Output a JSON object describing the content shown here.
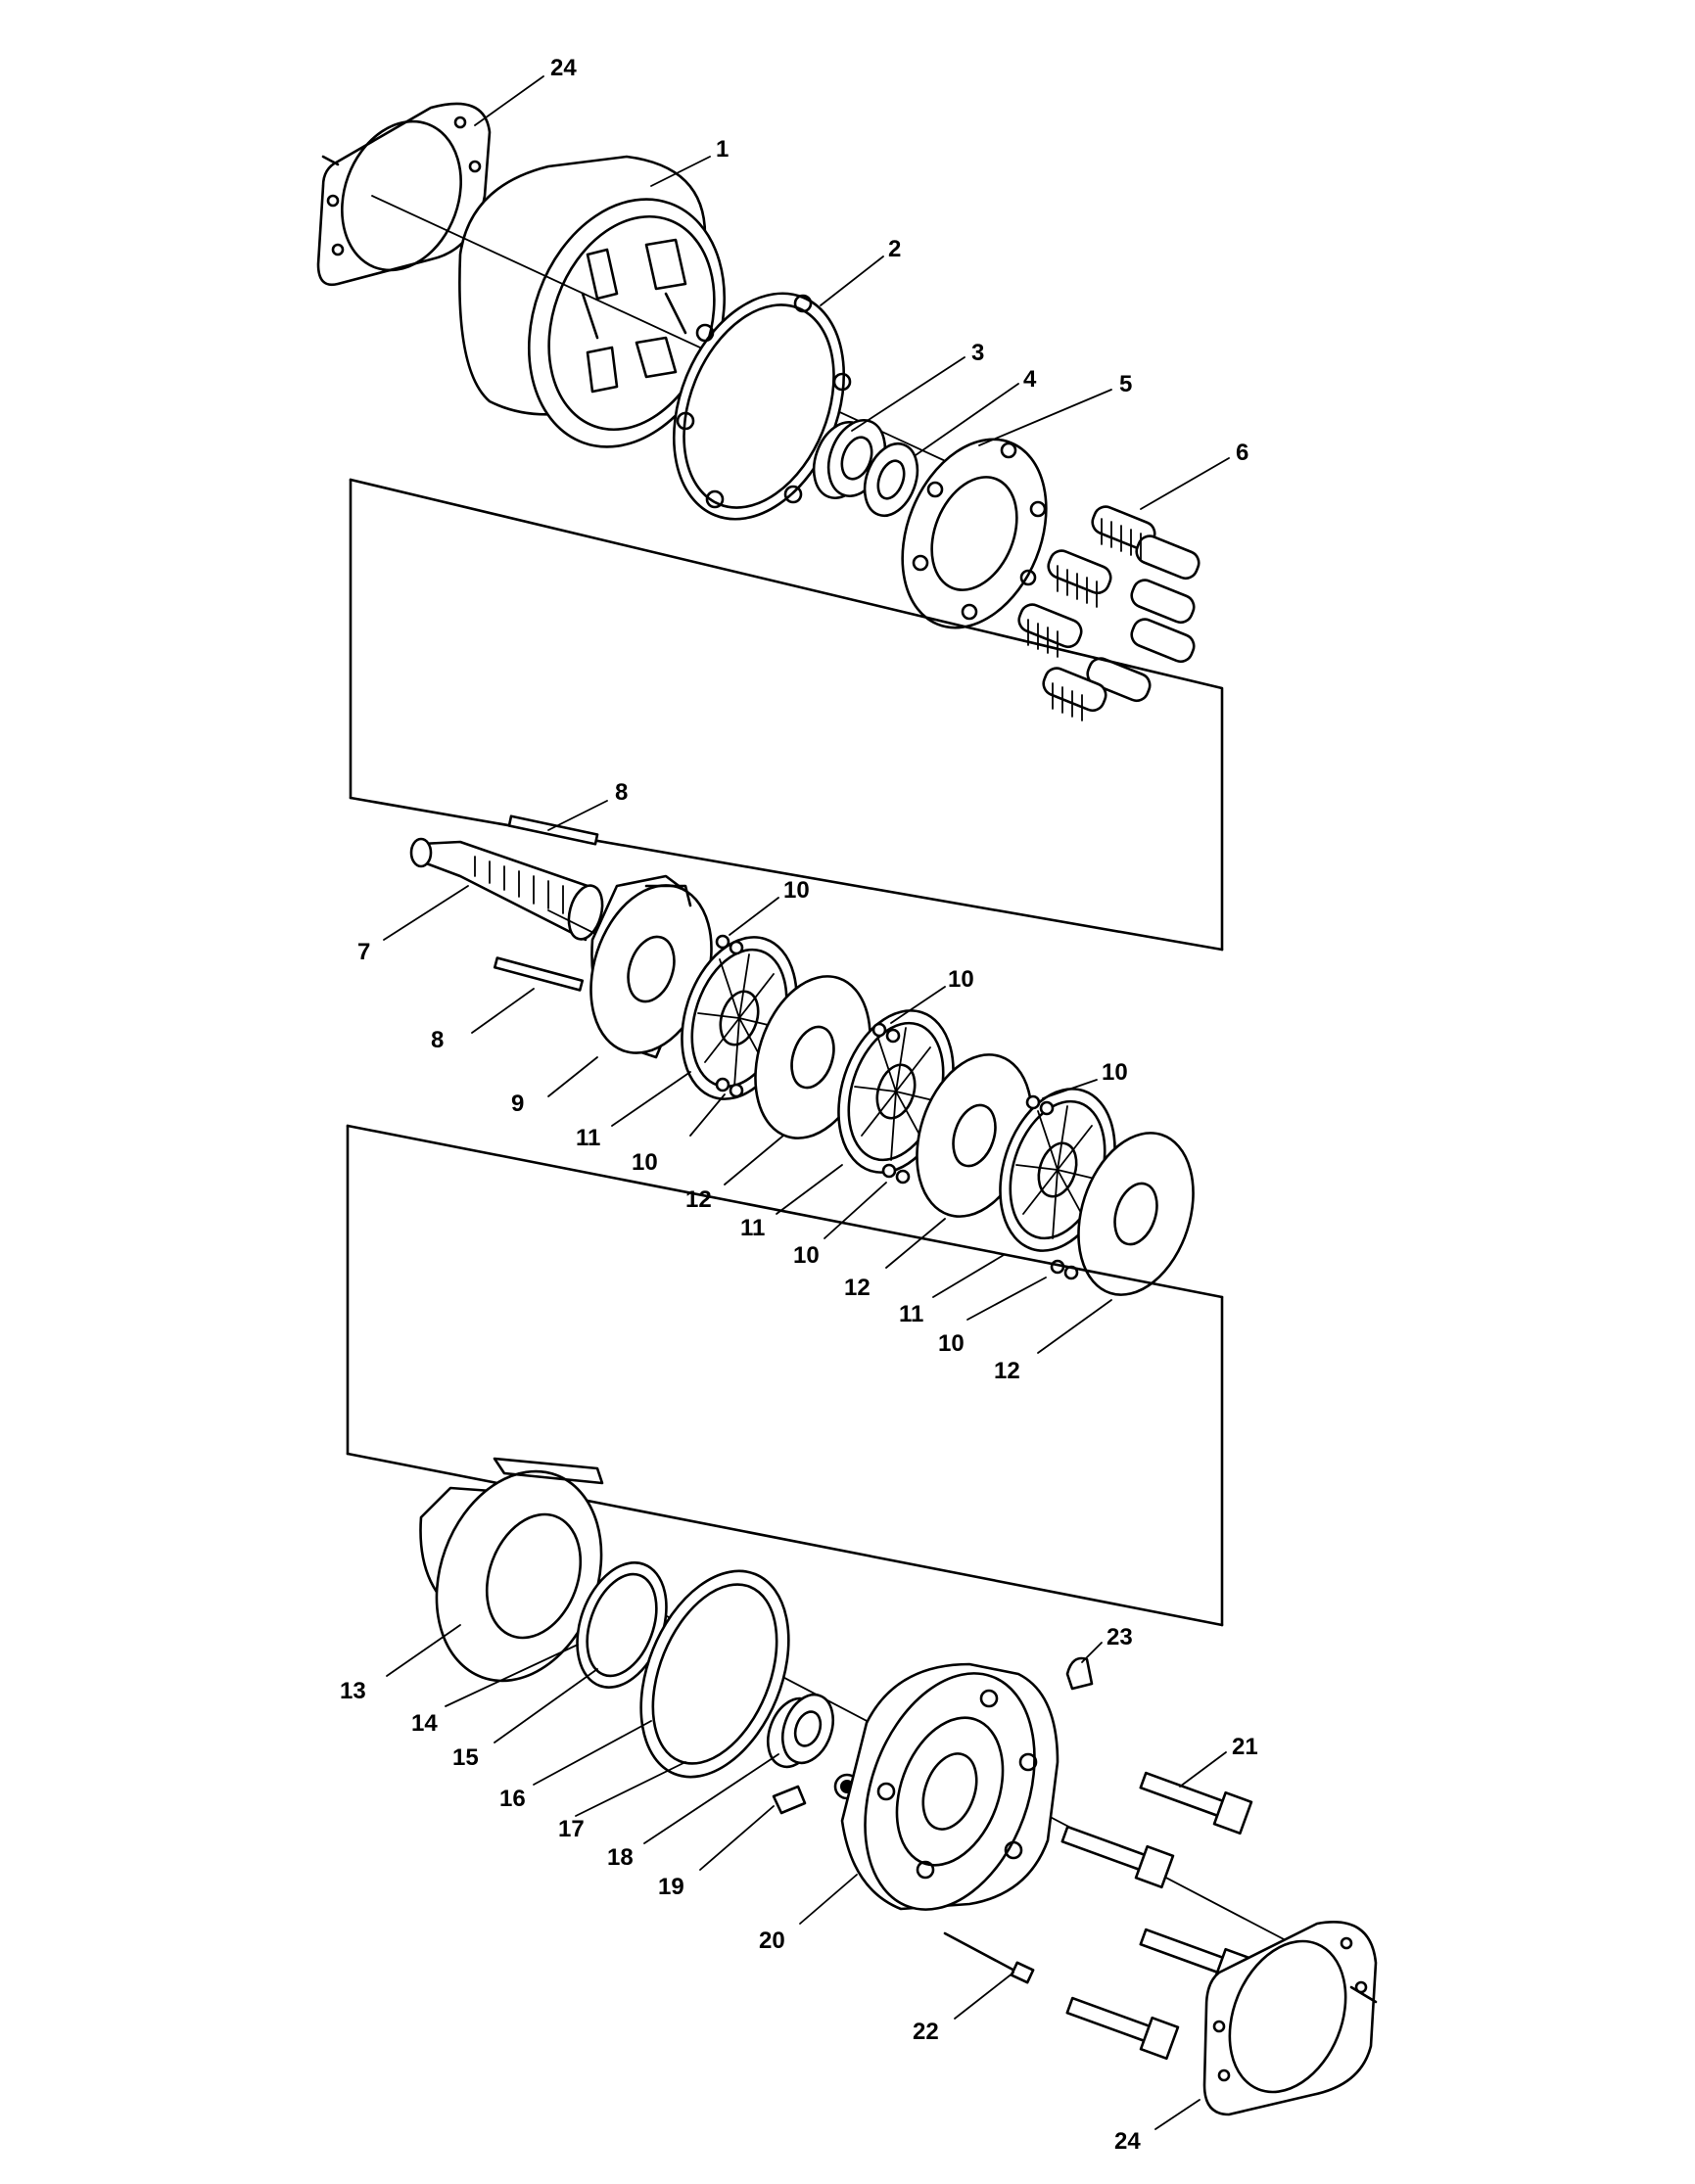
{
  "callouts": [
    {
      "id": "c24a",
      "text": "24"
    },
    {
      "id": "c1",
      "text": "1"
    },
    {
      "id": "c2",
      "text": "2"
    },
    {
      "id": "c3",
      "text": "3"
    },
    {
      "id": "c4",
      "text": "4"
    },
    {
      "id": "c5",
      "text": "5"
    },
    {
      "id": "c6",
      "text": "6"
    },
    {
      "id": "c8a",
      "text": "8"
    },
    {
      "id": "c7",
      "text": "7"
    },
    {
      "id": "c8b",
      "text": "8"
    },
    {
      "id": "c9",
      "text": "9"
    },
    {
      "id": "c10a",
      "text": "10"
    },
    {
      "id": "c10b",
      "text": "10"
    },
    {
      "id": "c10c",
      "text": "10"
    },
    {
      "id": "c11a",
      "text": "11"
    },
    {
      "id": "c10d",
      "text": "10"
    },
    {
      "id": "c12a",
      "text": "12"
    },
    {
      "id": "c11b",
      "text": "11"
    },
    {
      "id": "c10e",
      "text": "10"
    },
    {
      "id": "c12b",
      "text": "12"
    },
    {
      "id": "c11c",
      "text": "11"
    },
    {
      "id": "c10f",
      "text": "10"
    },
    {
      "id": "c12c",
      "text": "12"
    },
    {
      "id": "c13",
      "text": "13"
    },
    {
      "id": "c14",
      "text": "14"
    },
    {
      "id": "c15",
      "text": "15"
    },
    {
      "id": "c16",
      "text": "16"
    },
    {
      "id": "c17",
      "text": "17"
    },
    {
      "id": "c18",
      "text": "18"
    },
    {
      "id": "c19",
      "text": "19"
    },
    {
      "id": "c20",
      "text": "20"
    },
    {
      "id": "c21",
      "text": "21"
    },
    {
      "id": "c22",
      "text": "22"
    },
    {
      "id": "c23",
      "text": "23"
    },
    {
      "id": "c24b",
      "text": "24"
    }
  ]
}
